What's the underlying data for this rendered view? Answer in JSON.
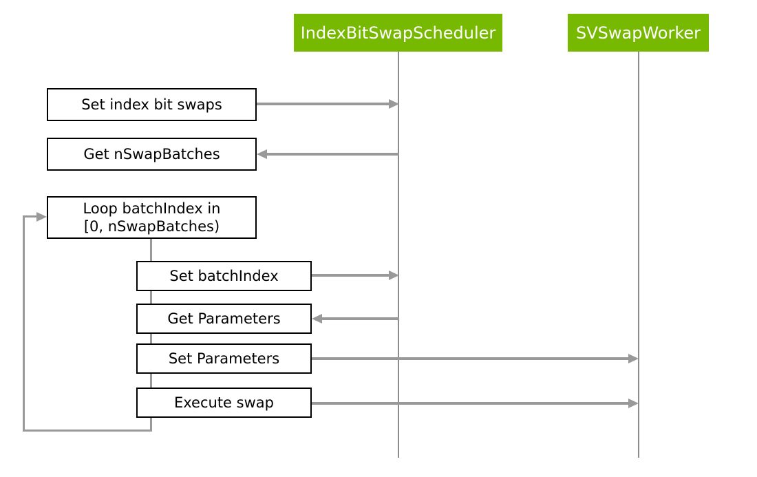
{
  "actors": [
    {
      "label": "IndexBitSwapScheduler"
    },
    {
      "label": "SVSwapWorker"
    }
  ],
  "boxes": {
    "set_index_bit_swaps": "Set index bit swaps",
    "get_nswapbatches": "Get nSwapBatches",
    "loop_header": {
      "line1": "Loop batchIndex in",
      "line2": "[0, nSwapBatches)"
    },
    "set_batchindex": "Set batchIndex",
    "get_parameters": "Get Parameters",
    "set_parameters": "Set Parameters",
    "execute_swap": "Execute swap"
  },
  "colors": {
    "actor_green": "#76b900",
    "arrow_gray": "#999999",
    "lifeline_gray": "#8c8c8c",
    "box_border": "#000000",
    "actor_text": "#ffffff"
  }
}
